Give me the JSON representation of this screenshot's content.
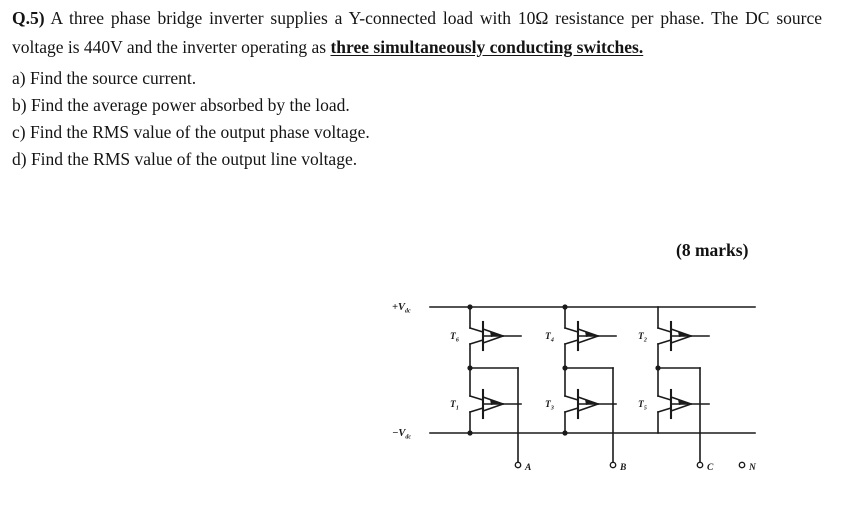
{
  "question": {
    "label": "Q.5)",
    "body_part1": " A three phase bridge inverter supplies a Y-connected load with 10Ω resistance per phase. The DC source voltage is 440V and the inverter operating as ",
    "body_emphasis": "three simultaneously conducting switches.",
    "items": [
      "a) Find the source current.",
      "b) Find the average power absorbed by the load.",
      "c) Find the RMS value of the output phase voltage.",
      "d) Find the RMS value of the output line voltage."
    ],
    "marks": "(8 marks)"
  },
  "figure": {
    "name": "three-phase-bridge-inverter-circuit",
    "rail_positive": "+V",
    "rail_positive_sub": "dc",
    "rail_negative": "−V",
    "rail_negative_sub": "dc",
    "transistors_top": [
      {
        "base": "T",
        "sub": "6"
      },
      {
        "base": "T",
        "sub": "4"
      },
      {
        "base": "T",
        "sub": "2"
      }
    ],
    "transistors_bottom": [
      {
        "base": "T",
        "sub": "1"
      },
      {
        "base": "T",
        "sub": "3"
      },
      {
        "base": "T",
        "sub": "5"
      }
    ],
    "terminals": [
      {
        "label": "A"
      },
      {
        "label": "B"
      },
      {
        "label": "C"
      },
      {
        "label": "N"
      }
    ],
    "line_color": "#1a1a1a"
  }
}
